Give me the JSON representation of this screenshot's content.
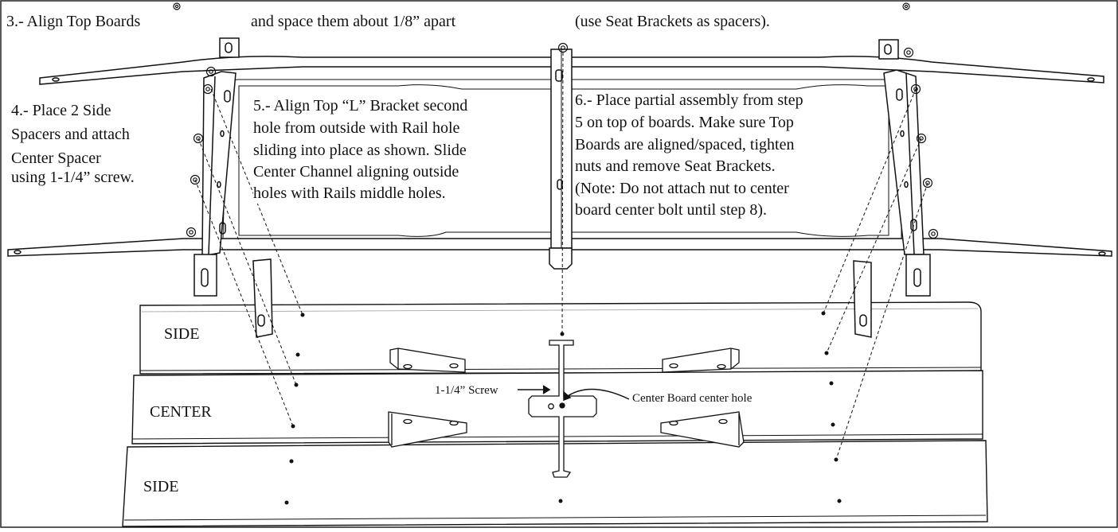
{
  "header": {
    "step3_a": "3.- Align Top Boards",
    "step3_b": "and space them about 1/8” apart",
    "step3_c": "(use Seat Brackets as spacers)."
  },
  "steps": {
    "step4_line1": "4.- Place 2 Side",
    "step4_line2": "Spacers and attach",
    "step4_line3": "Center Spacer",
    "step4_line4": "using 1-1/4” screw.",
    "step5_line1": "5.- Align Top “L” Bracket second",
    "step5_line2": "hole from outside with Rail hole",
    "step5_line3": "sliding into place as shown. Slide",
    "step5_line4": "Center Channel aligning outside",
    "step5_line5": "holes with Rails middle holes.",
    "step6_line1": "6.- Place partial assembly from step",
    "step6_line2": "5 on top of boards. Make sure Top",
    "step6_line3": "Boards are aligned/spaced, tighten",
    "step6_line4": "nuts and remove Seat Brackets.",
    "step6_line5": "(Note: Do not attach nut to center",
    "step6_line6": "board center bolt until step 8)."
  },
  "boards": {
    "top": "SIDE",
    "middle": "CENTER",
    "bottom": "SIDE"
  },
  "callouts": {
    "screw": "1-1/4” Screw",
    "center_hole": "Center Board center hole"
  }
}
